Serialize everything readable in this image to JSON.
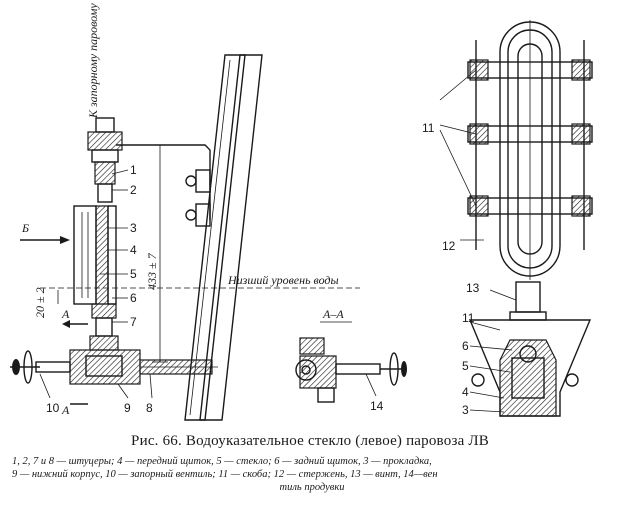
{
  "labels": {
    "pipe_top": "К запорному паровому вентилю",
    "arrow_b": "Б",
    "low_water": "Низший уровень воды",
    "dim_height": "433 ± 7",
    "dim_gap": "20 ± 2",
    "section_a": "А",
    "section_aa": "А–А",
    "n1": "1",
    "n2": "2",
    "n3": "3",
    "n4": "4",
    "n5": "5",
    "n6": "6",
    "n7": "7",
    "n8": "8",
    "n9": "9",
    "n10": "10",
    "n11": "11",
    "n12": "12",
    "n13": "13",
    "n14": "14",
    "r13": "13",
    "r11": "11",
    "r6": "6",
    "r5": "5",
    "r4": "4",
    "r3": "3"
  },
  "caption": "Рис. 66. Водоуказательное стекло (левое) паровоза ЛВ",
  "legend": {
    "line1": "1, 2, 7 и 8 — штуцеры; 4 — передний щиток, 5 — стекло; 6 — задний щиток, 3 — прокладка,",
    "line2": "9 — нижний корпус, 10 — запорный вентиль; 11 — скоба; 12 — стержень, 13 — винт, 14—вен",
    "line3": "тиль продувки"
  }
}
